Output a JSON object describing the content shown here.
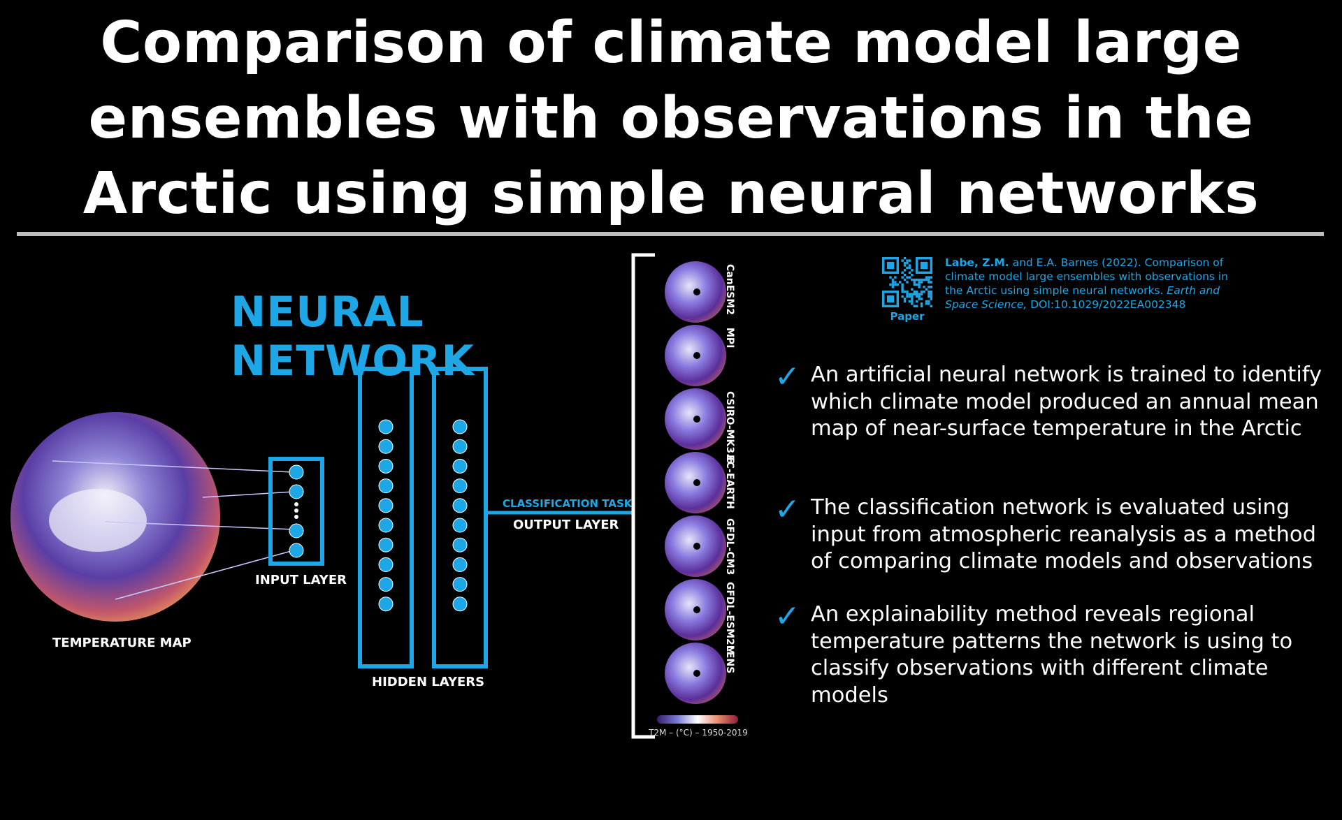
{
  "title": "Comparison of climate model large ensembles with observations in the Arctic using simple neural networks",
  "diagram": {
    "heading": "NEURAL NETWORK",
    "temperature_map_label": "TEMPERATURE MAP",
    "input_layer_label": "INPUT LAYER",
    "hidden_layers_label": "HIDDEN LAYERS",
    "classification_task_label": "CLASSIFICATION TASK",
    "output_layer_label": "OUTPUT LAYER",
    "models": [
      "CanESM2",
      "MPI",
      "CSIRO-MK3.6",
      "EC-EARTH",
      "GFDL-CM3",
      "GFDL-ESM2M",
      "LENS"
    ],
    "colorbar_label": "T2M – (°C) – 1950-2019",
    "colors": {
      "accent": "#1ea7e6",
      "background": "#000000"
    }
  },
  "reference": {
    "qr_label": "Paper",
    "author": "Labe, Z.M.",
    "citation_rest": " and E.A. Barnes (2022). Comparison of climate model large ensembles with observations in the Arctic using simple neural networks. ",
    "journal": "Earth and Space Science,",
    "doi": " DOI:10.1029/2022EA002348"
  },
  "bullets": [
    "An artificial neural network is trained to identify which climate model produced an annual mean map of near-surface temperature in the Arctic",
    "The classification network is evaluated using input from atmospheric reanalysis as a method of comparing climate models and observations",
    "An explainability method reveals regional temperature patterns the network is using to classify observations with different climate models"
  ]
}
